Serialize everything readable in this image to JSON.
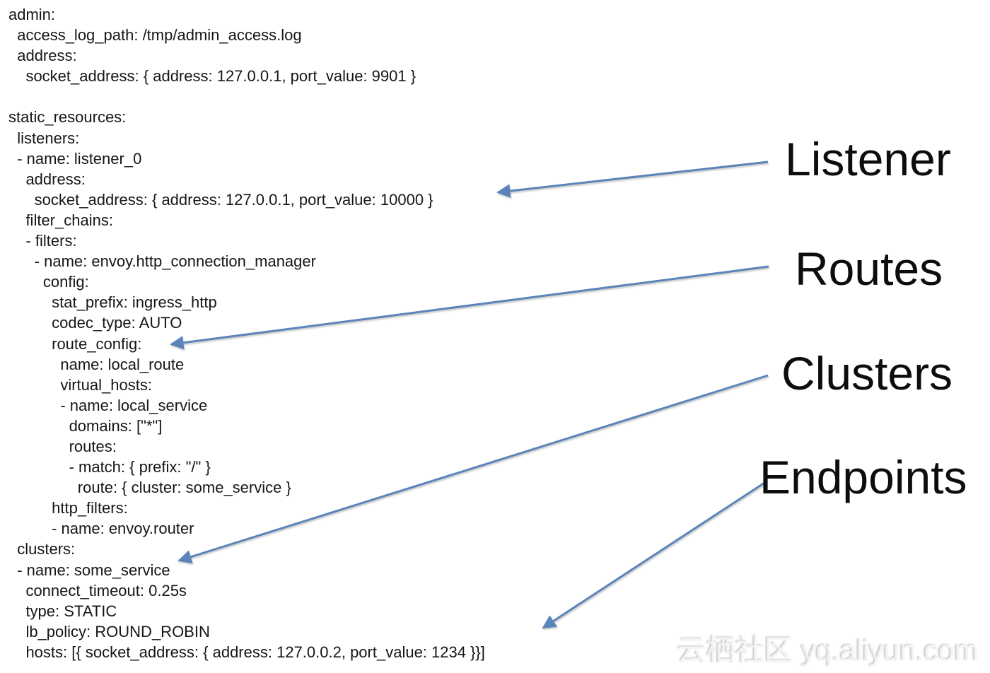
{
  "code": {
    "lines": [
      "admin:",
      "  access_log_path: /tmp/admin_access.log",
      "  address:",
      "    socket_address: { address: 127.0.0.1, port_value: 9901 }",
      "",
      "static_resources:",
      "  listeners:",
      "  - name: listener_0",
      "    address:",
      "      socket_address: { address: 127.0.0.1, port_value: 10000 }",
      "    filter_chains:",
      "    - filters:",
      "      - name: envoy.http_connection_manager",
      "        config:",
      "          stat_prefix: ingress_http",
      "          codec_type: AUTO",
      "          route_config:",
      "            name: local_route",
      "            virtual_hosts:",
      "            - name: local_service",
      "              domains: [\"*\"]",
      "              routes:",
      "              - match: { prefix: \"/\" }",
      "                route: { cluster: some_service }",
      "          http_filters:",
      "          - name: envoy.router",
      "  clusters:",
      "  - name: some_service",
      "    connect_timeout: 0.25s",
      "    type: STATIC",
      "    lb_policy: ROUND_ROBIN",
      "    hosts: [{ socket_address: { address: 127.0.0.2, port_value: 1234 }}]"
    ]
  },
  "annotations": {
    "labels": [
      {
        "text": "Listener"
      },
      {
        "text": "Routes"
      },
      {
        "text": "Clusters"
      },
      {
        "text": "Endpoints"
      }
    ]
  },
  "watermark": {
    "text": "云栖社区 yq.aliyun.com"
  },
  "colors": {
    "arrow": "#5b84ba",
    "code-text": "#161616",
    "label-text": "#0d0d0d",
    "watermark": "#f4f4f4"
  }
}
